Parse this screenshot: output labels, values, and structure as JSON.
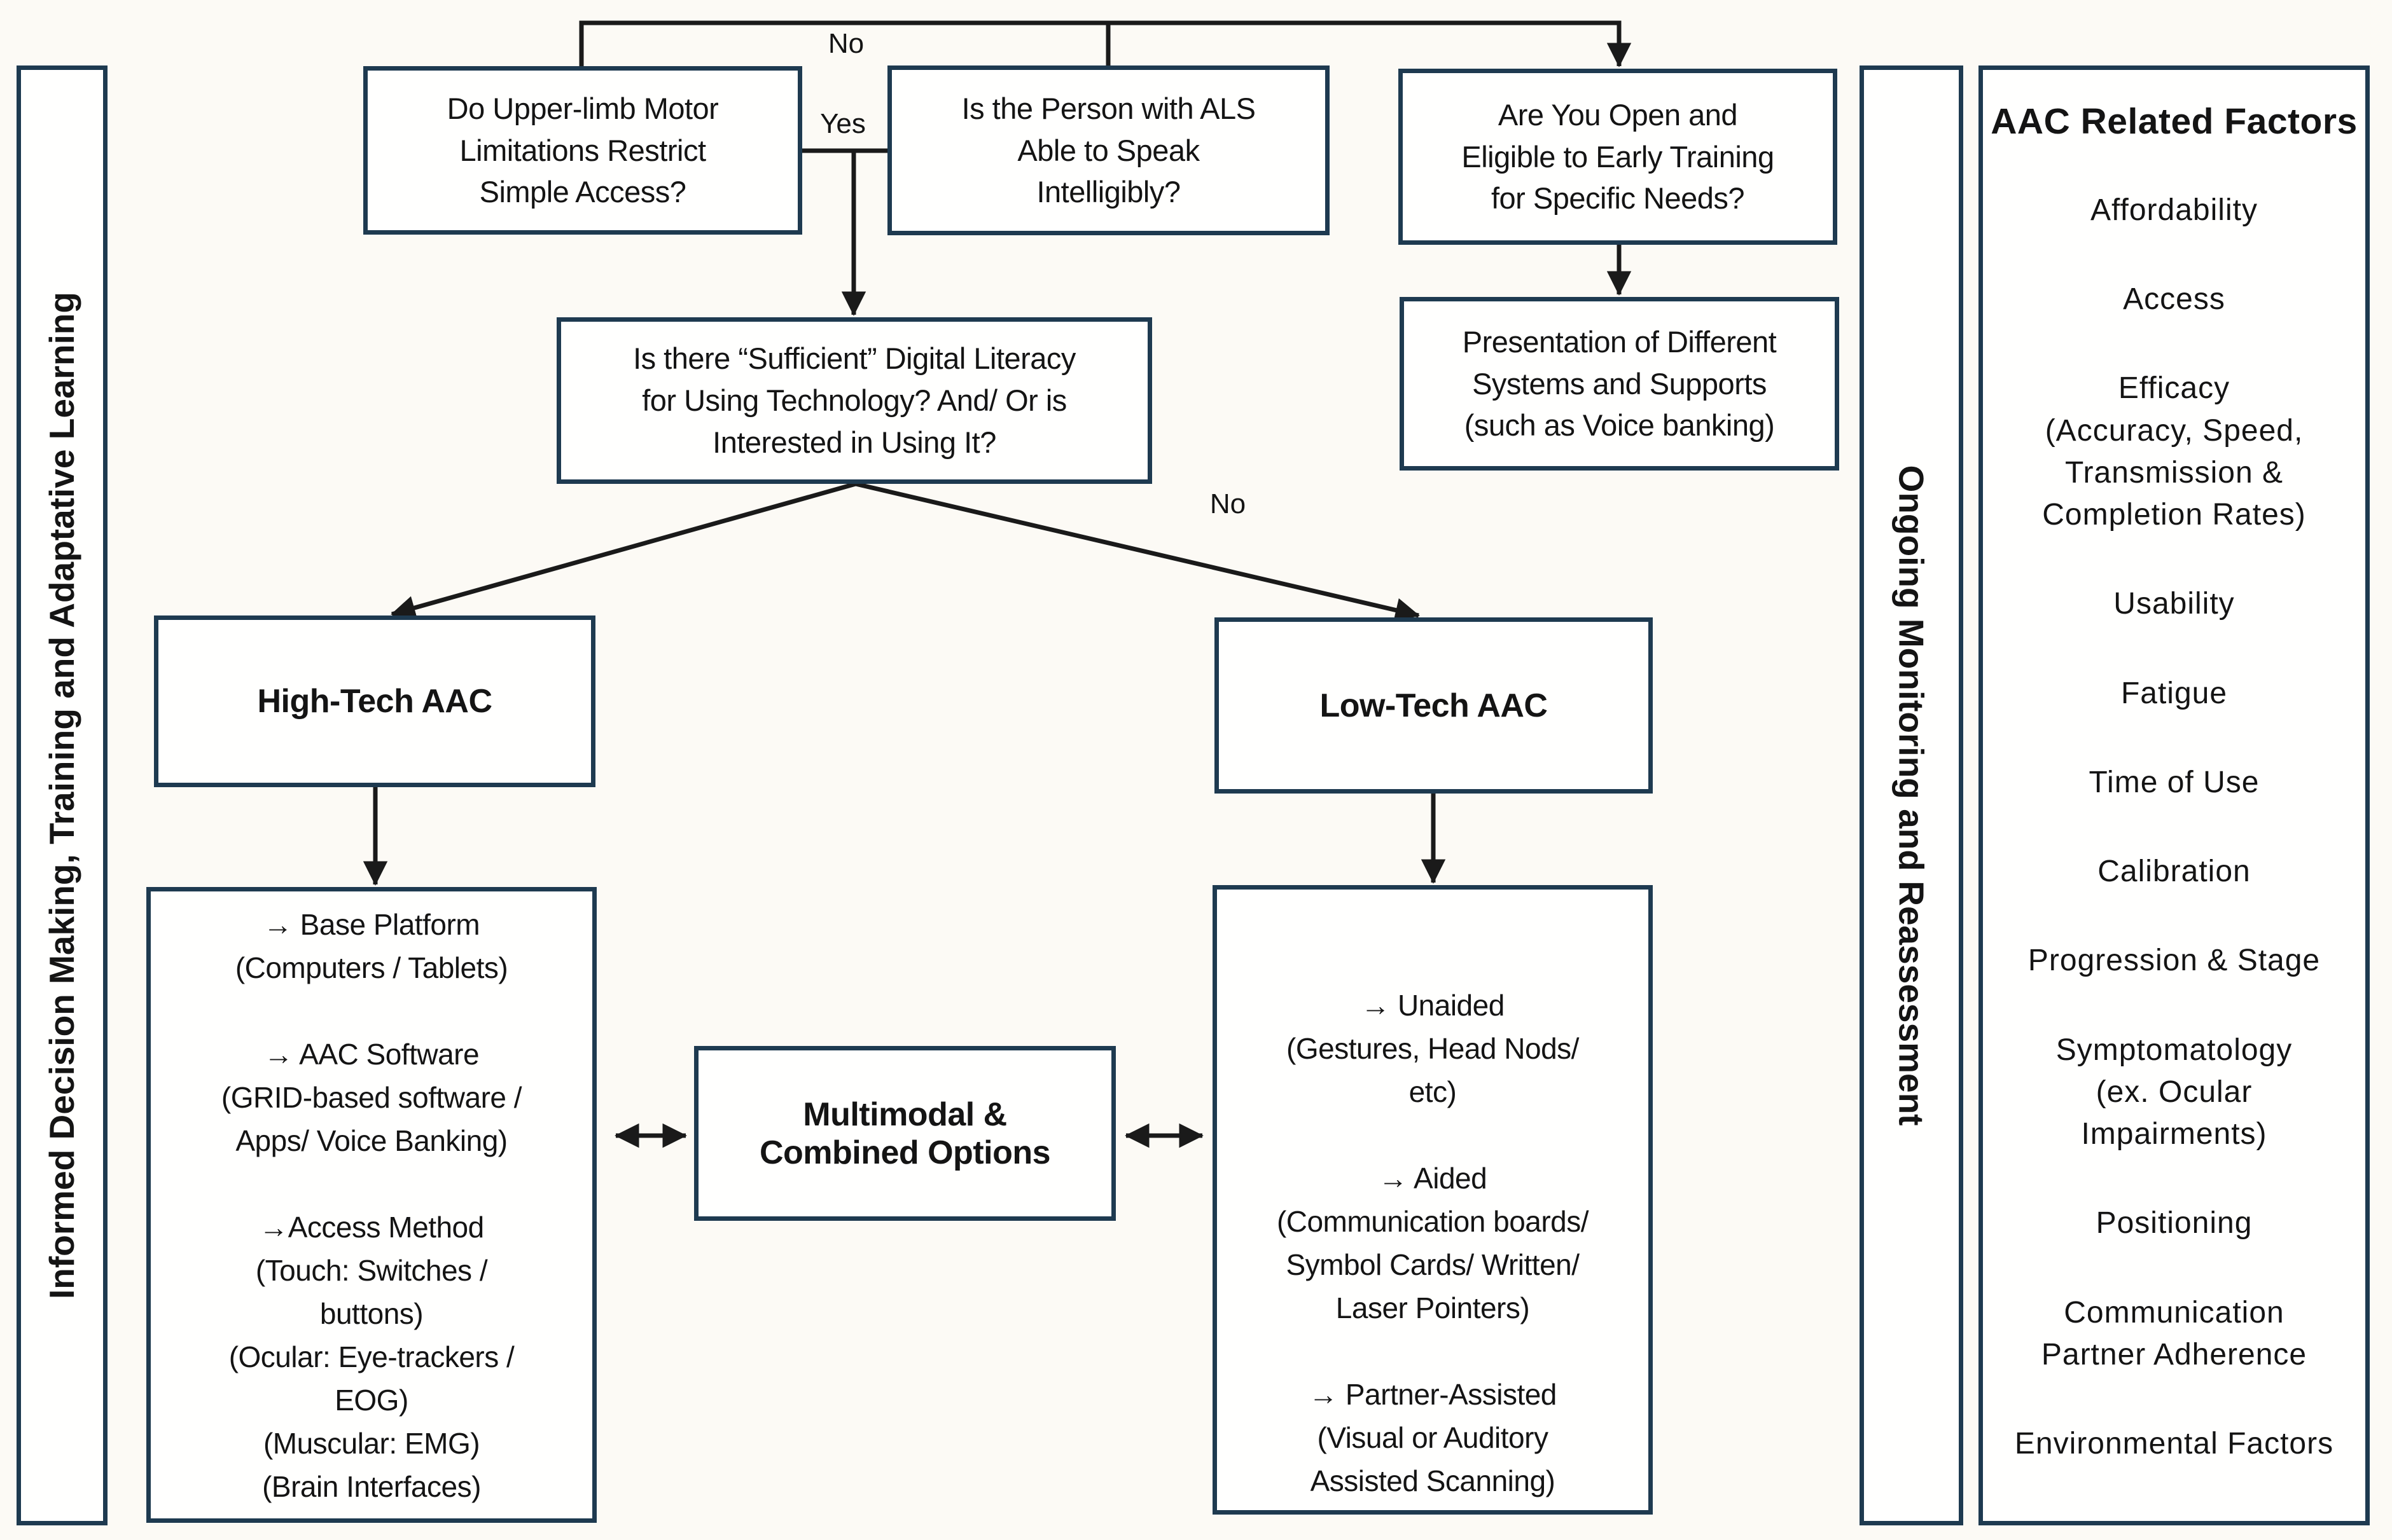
{
  "colors": {
    "border": "#1e3a50",
    "line": "#1a1a1a",
    "bg": "#fcfaf5",
    "box_fill": "#fffffe",
    "text": "#141414"
  },
  "sidebars": {
    "left": "Informed Decision Making, Training and Adaptative Learning",
    "right": "Ongoing Monitoring and Reassessment"
  },
  "edge_labels": {
    "no_top": "No",
    "yes": "Yes",
    "no_branch": "No"
  },
  "boxes": {
    "motor": "Do Upper-limb Motor\nLimitations Restrict\nSimple Access?",
    "speak": "Is the Person with ALS\nAble to Speak\nIntelligibly?",
    "training": "Are You Open and\nEligible to Early Training\nfor Specific Needs?",
    "digital": "Is there “Sufficient” Digital Literacy\nfor Using Technology? And/ Or is\nInterested in Using It?",
    "presentation": "Presentation of Different\nSystems and Supports\n(such as Voice banking)",
    "high_tech": "High-Tech AAC",
    "low_tech": "Low-Tech AAC",
    "multimodal": "Multimodal &\nCombined Options"
  },
  "high_tech_details": {
    "lines": [
      "→ Base Platform",
      "(Computers / Tablets)",
      "",
      "→ AAC Software",
      "(GRID-based software /",
      "Apps/ Voice Banking)",
      "",
      "→Access Method",
      "(Touch: Switches /",
      "buttons)",
      "(Ocular: Eye-trackers /",
      "EOG)",
      "(Muscular: EMG)",
      "(Brain Interfaces)"
    ]
  },
  "low_tech_details": {
    "lines": [
      "→ Unaided",
      "(Gestures, Head Nods/",
      "etc)",
      "",
      "→ Aided",
      "(Communication boards/",
      "Symbol Cards/ Written/",
      "Laser Pointers)",
      "",
      "→ Partner-Assisted",
      "(Visual or Auditory",
      "Assisted Scanning)"
    ]
  },
  "factors_panel": {
    "title": "AAC Related Factors",
    "items": [
      "Affordability",
      "Access",
      "Efficacy\n(Accuracy, Speed,\nTransmission &\nCompletion Rates)",
      "Usability",
      "Fatigue",
      "Time of Use",
      "Calibration",
      "Progression & Stage",
      "Symptomatology\n(ex. Ocular\nImpairments)",
      "Positioning",
      "Communication\nPartner Adherence",
      "Environmental Factors"
    ]
  }
}
